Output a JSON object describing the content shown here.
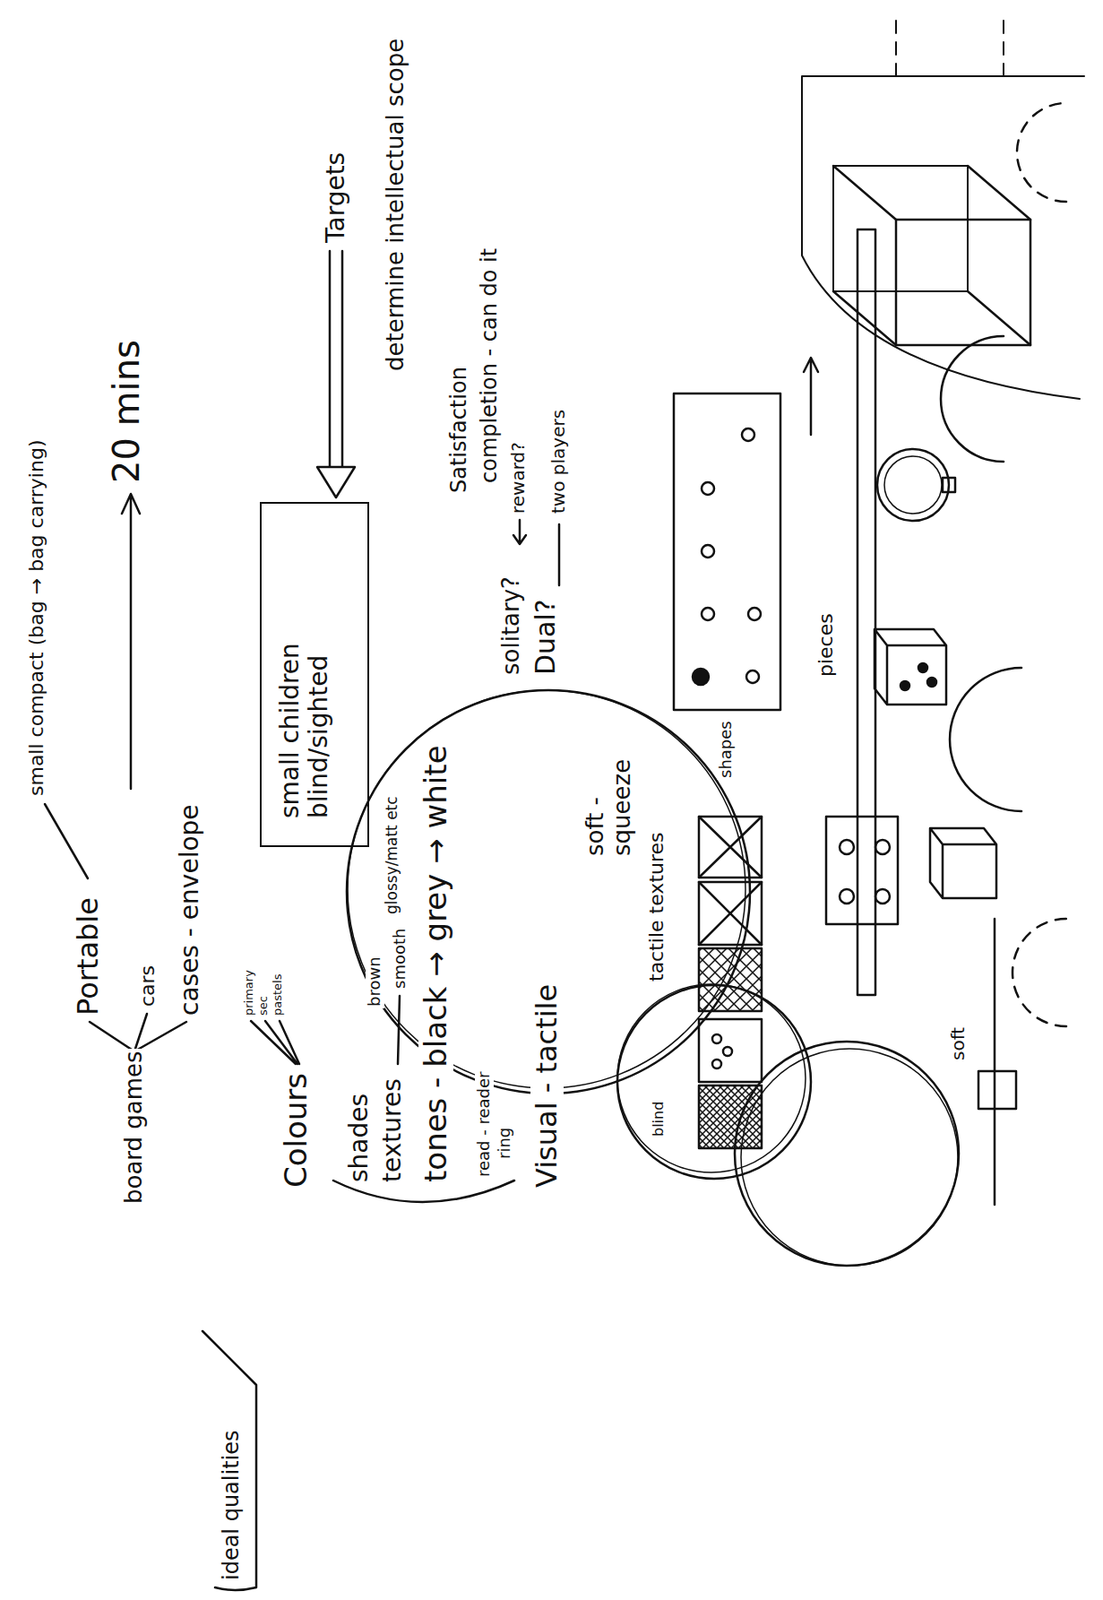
{
  "diagram": {
    "nodes": [
      {
        "text": [
          "small children blind/sighted"
        ]
      },
      {
        "text": [
          "glossy/matt etc",
          "soft - squeeze",
          "tactile textures"
        ]
      }
    ],
    "labels": [
      "small compact (bag → bag carrying)",
      "Portable",
      "board games",
      "cars",
      "cases - envelope",
      "20 mins",
      "Targets",
      "determine intellectual scope",
      "Satisfaction",
      "completion - can do it",
      "solitary?",
      "reward?",
      "Dual?",
      "two players",
      "ideal qualities",
      "Colours",
      "primary",
      "sec",
      "pastels",
      "shades",
      "textures",
      "brown",
      "smooth",
      "tones - black → grey → white",
      "read - reader",
      "ring",
      "Visual - tactile",
      "blind",
      "shapes",
      "pieces",
      "soft"
    ]
  }
}
